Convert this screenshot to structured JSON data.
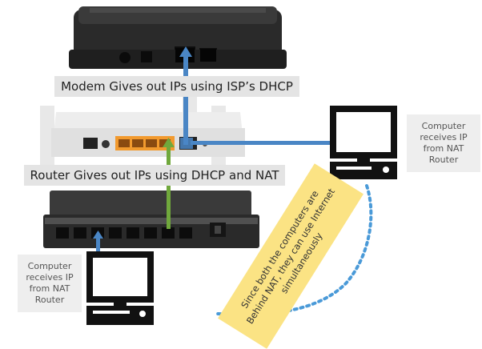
{
  "captions": {
    "modem": "Modem Gives out IPs using ISP’s DHCP",
    "router": "Router Gives out IPs using DHCP and NAT"
  },
  "computer_right": {
    "lines": [
      "Computer",
      "receives IP",
      "from NAT",
      "Router"
    ]
  },
  "computer_left": {
    "lines": [
      "Computer",
      "receives IP",
      "from NAT",
      "Router"
    ]
  },
  "note": {
    "text": "Since both the computers are Behind NAT, they can use Internet simultaneously"
  },
  "colors": {
    "blue_cable": "#4a86c5",
    "green_cable": "#70a83c",
    "dotted_line": "#4a9ad8",
    "note_bg": "#fbe384",
    "router_port_orange": "#f29a2e",
    "device_dark": "#1f1f1f"
  },
  "icons": [
    "modem-device",
    "router-device",
    "switch-device",
    "computer-monitor-icon",
    "computer-tower-icon"
  ]
}
